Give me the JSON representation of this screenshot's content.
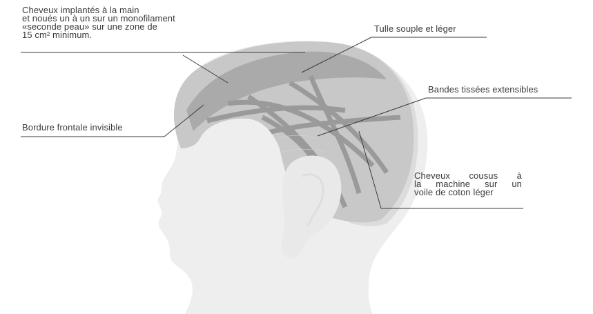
{
  "colors": {
    "head": "#eeeeee",
    "cap_outline": "#dcdcdc",
    "cap_inner": "#c8c8c8",
    "cap_fill": "#bdbdbd",
    "mono_zone": "#aaaaaa",
    "bands": "#9a9a9a",
    "ear": "#e9e9e9",
    "leader": "#3a3a3a",
    "text": "#3a3a3a"
  },
  "labels": {
    "cheveux_main": [
      "Cheveux implantés à la main",
      "et noués un à un sur un monofilament",
      "«seconde peau» sur une zone de",
      "15 cm² minimum."
    ],
    "tulle": "Tulle souple et léger",
    "bandes": "Bandes tissées extensibles",
    "bordure": "Bordure frontale invisible",
    "machine": [
      "Cheveux cousus à",
      "la machine sur un",
      "voile de coton léger"
    ]
  }
}
